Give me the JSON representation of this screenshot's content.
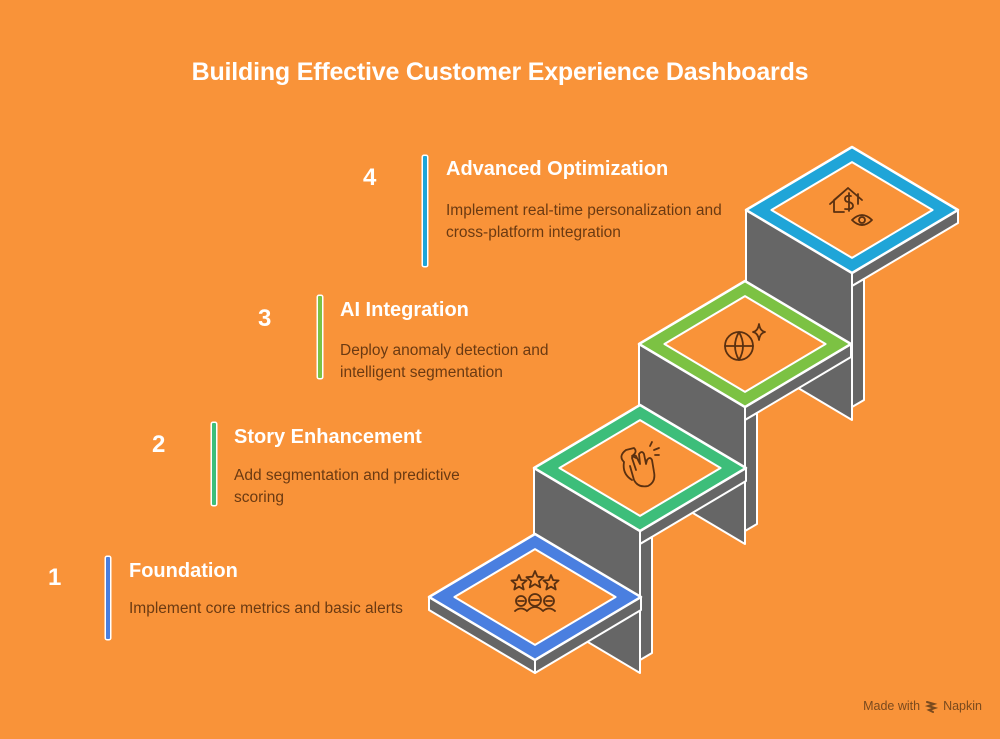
{
  "title": "Building Effective Customer Experience Dashboards",
  "steps": [
    {
      "number": "1",
      "title": "Foundation",
      "description": "Implement core metrics and basic alerts",
      "accent": "#4A7FE0",
      "icon": "stars-people-icon"
    },
    {
      "number": "2",
      "title": "Story Enhancement",
      "description": "Add segmentation and predictive scoring",
      "accent": "#3DBE7A",
      "icon": "clapping-hands-icon"
    },
    {
      "number": "3",
      "title": "AI Integration",
      "description": "Deploy anomaly detection and intelligent segmentation",
      "accent": "#7CC243",
      "icon": "globe-sparkle-icon"
    },
    {
      "number": "4",
      "title": "Advanced Optimization",
      "description": "Implement real-time personalization and cross-platform integration",
      "accent": "#1FA5D8",
      "icon": "house-dollar-eye-icon"
    }
  ],
  "footer": {
    "made_with": "Made with",
    "brand": "Napkin"
  },
  "colors": {
    "background": "#F99339",
    "stair_side": "#666666",
    "text_dark": "#6B3A12",
    "text_light": "#FFFFFF"
  }
}
